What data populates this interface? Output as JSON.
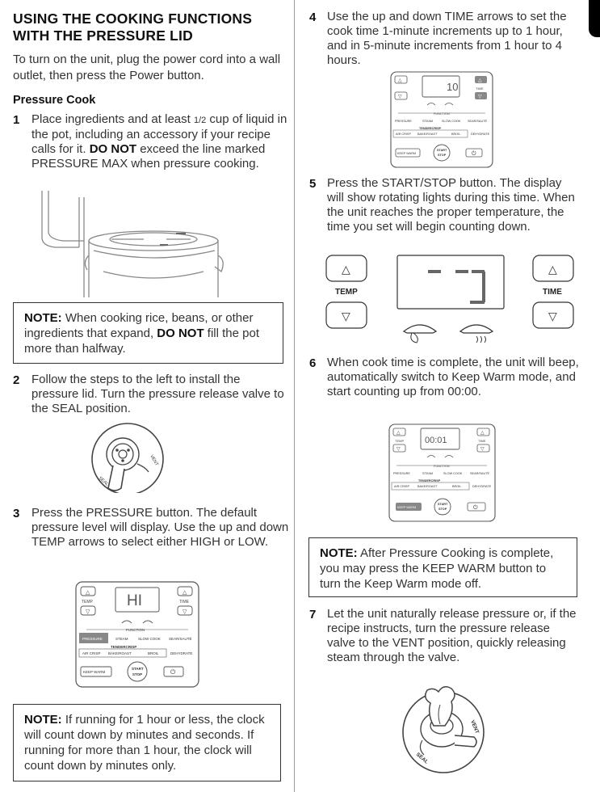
{
  "page": {
    "heading": "USING THE COOKING FUNCTIONS WITH THE PRESSURE LID",
    "intro": "To turn on the unit, plug the power cord into a wall outlet, then press the Power button.",
    "subhead": "Pressure Cook"
  },
  "steps": {
    "s1": {
      "num": "1",
      "a": "Place ingredients and at least ",
      "frac": "1/2",
      "b": " cup of liquid in the pot, including an accessory if your recipe calls for it. ",
      "bold": "DO NOT",
      "c": " exceed the line marked PRESSURE MAX when pressure cooking."
    },
    "s2": {
      "num": "2",
      "text": "Follow the steps to the left to install the pressure lid. Turn the pressure release valve to the SEAL position."
    },
    "s3": {
      "num": "3",
      "text": "Press the PRESSURE button. The default pressure level will display. Use the up and down TEMP arrows to select either HIGH or LOW."
    },
    "s4": {
      "num": "4",
      "text": "Use the up and down TIME arrows to set the cook time 1-minute increments up to 1 hour, and in 5-minute increments from 1 hour to 4 hours."
    },
    "s5": {
      "num": "5",
      "text": "Press the START/STOP button. The display will show rotating lights during this time. When the unit reaches the proper temperature, the time you set will begin counting down."
    },
    "s6": {
      "num": "6",
      "text": "When cook time is complete, the unit will beep, automatically switch to Keep Warm mode, and start counting up from 00:00."
    },
    "s7": {
      "num": "7",
      "text": "Let the unit naturally release pressure or, if the recipe instructs, turn the pressure release valve to the VENT position, quickly releasing steam through the valve."
    }
  },
  "notes": {
    "n1": {
      "label": "NOTE:",
      "a": " When cooking rice, beans, or other ingredients that expand, ",
      "bold": "DO NOT",
      "b": " fill the pot more than halfway."
    },
    "n2": {
      "label": "NOTE:",
      "text": " If running for 1 hour or less, the clock will count down by minutes and seconds. If running for more than 1 hour, the clock will count down by minutes only."
    },
    "n3": {
      "label": "NOTE:",
      "text": " After Pressure Cooking is complete, you may press the KEEP WARM button to turn the Keep Warm mode off."
    }
  },
  "panel": {
    "temp": "TEMP",
    "time": "TIME",
    "function": "FUNCTION",
    "pressure": "PRESSURE",
    "steam": "STEAM",
    "slow_cook": "SLOW COOK",
    "sear_saute": "SEAR/SAUTÉ",
    "tendercrisp": "TENDERCRISP",
    "air_crisp": "AIR CRISP",
    "bake_roast": "BAKE/ROAST",
    "broil": "BROIL",
    "dehydrate": "DEHYDRATE",
    "keep_warm": "KEEP WARM",
    "start": "START",
    "stop": "STOP",
    "display_step3": "HI",
    "display_step4": "10",
    "display_step6": "00:01"
  },
  "valve": {
    "seal": "SEAL",
    "vent": "VENT"
  },
  "icons": {
    "up_arrow": "△",
    "down_arrow": "▽",
    "power": "⏻"
  }
}
